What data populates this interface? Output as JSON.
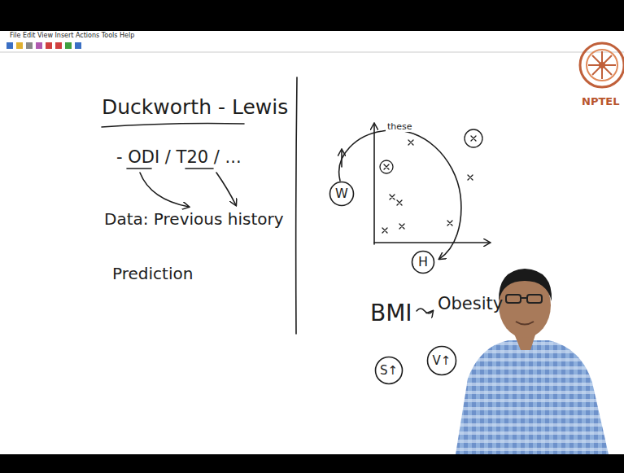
{
  "diagram": {
    "nodes": [
      {
        "text": [
          "W"
        ]
      },
      {
        "text": [
          "H"
        ]
      },
      {
        "text": [
          "S↑"
        ]
      },
      {
        "text": [
          "V↑"
        ]
      }
    ],
    "labels": [
      "File Edit View Insert Actions Tools Help",
      "Duckworth - Lewis",
      "- ODI / T20 / ...",
      "Data: Previous history",
      "Prediction",
      "these",
      "BMI",
      "Obesity",
      "NPTEL"
    ]
  }
}
